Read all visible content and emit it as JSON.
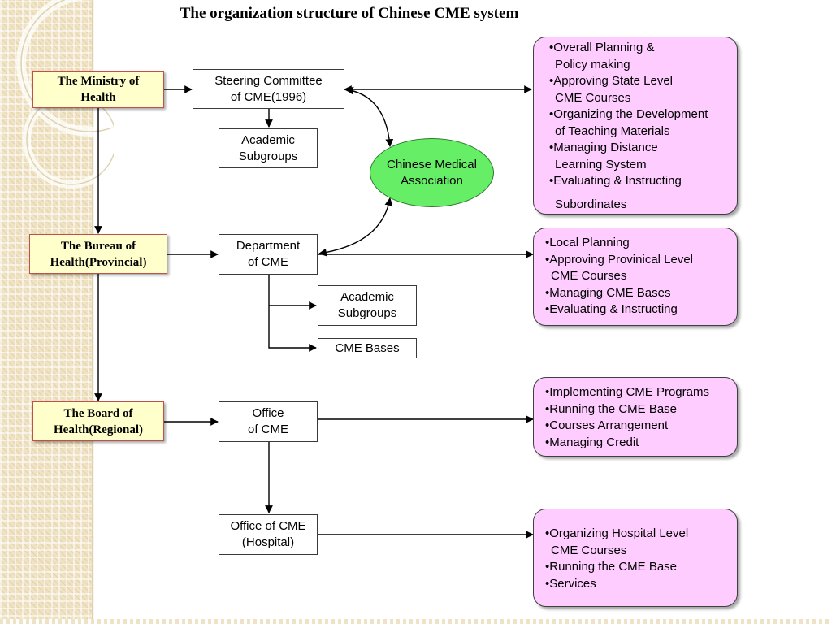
{
  "title": "The organization structure of Chinese CME system",
  "levels": {
    "ministry": "The Ministry of\nHealth",
    "bureau": "The Bureau of\nHealth(Provincial)",
    "board": "The Board of\nHealth(Regional)"
  },
  "nodes": {
    "steering_committee": "Steering Committee\nof CME(1996)",
    "academic_subgroups_national": "Academic\nSubgroups",
    "chinese_medical_association": "Chinese Medical\nAssociation",
    "department_of_cme": "Department\nof CME",
    "academic_subgroups_provincial": "Academic\nSubgroups",
    "cme_bases": "CME Bases",
    "office_of_cme": "Office\nof CME",
    "office_of_cme_hospital": "Office of CME\n(Hospital)"
  },
  "duties": {
    "national": [
      "•Overall Planning &",
      "  Policy making",
      "•Approving State Level",
      "  CME Courses",
      "•Organizing the Development",
      "  of Teaching Materials",
      "•Managing Distance",
      "  Learning System",
      "•Evaluating  & Instructing",
      "",
      "  Subordinates"
    ],
    "provincial": [
      "•Local Planning",
      "•Approving Provinical Level",
      "  CME Courses",
      "•Managing CME Bases",
      "•Evaluating  & Instructing"
    ],
    "regional": [
      "•Implementing CME Programs",
      "•Running the CME Base",
      "•Courses Arrangement",
      "•Managing Credit"
    ],
    "hospital": [
      "•Organizing Hospital Level",
      "  CME Courses",
      "•Running the CME Base",
      "•Services"
    ]
  },
  "colors": {
    "level_fill": "#ffffcc",
    "level_border": "#c0504d",
    "duty_fill": "#ffccff",
    "association_fill": "#66ee66",
    "side_panel": "#f0e3c3"
  }
}
